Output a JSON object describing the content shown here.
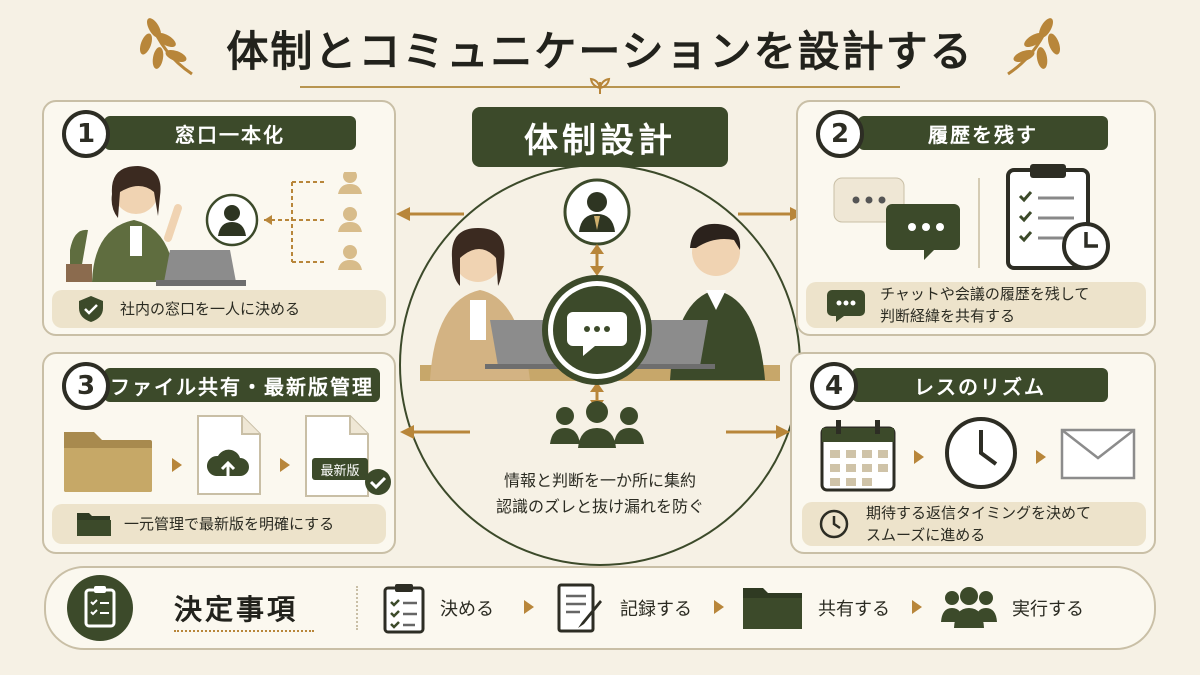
{
  "title": "体制とコミュニケーションを設計する",
  "center": {
    "title": "体制設計",
    "caption_line1": "情報と判断を一か所に集約",
    "caption_line2": "認識のズレと抜け漏れを防ぐ"
  },
  "panels": [
    {
      "number": "1",
      "heading": "窓口一本化",
      "note_lines": [
        "社内の窓口を一人に決める"
      ]
    },
    {
      "number": "2",
      "heading": "履歴を残す",
      "note_lines": [
        "チャットや会議の履歴を残して",
        "判断経緯を共有する"
      ]
    },
    {
      "number": "3",
      "heading": "ファイル共有・最新版管理",
      "note_lines": [
        "一元管理で最新版を明確にする"
      ],
      "doc_label": "最新版"
    },
    {
      "number": "4",
      "heading": "レスのリズム",
      "note_lines": [
        "期待する返信タイミングを決めて",
        "スムーズに進める"
      ]
    }
  ],
  "decisions": {
    "label": "決定事項",
    "steps": [
      "決める",
      "記録する",
      "共有する",
      "実行する"
    ]
  },
  "colors": {
    "primary": "#3c4a2a",
    "accent": "#b8863a",
    "background": "#f6f1e5"
  }
}
